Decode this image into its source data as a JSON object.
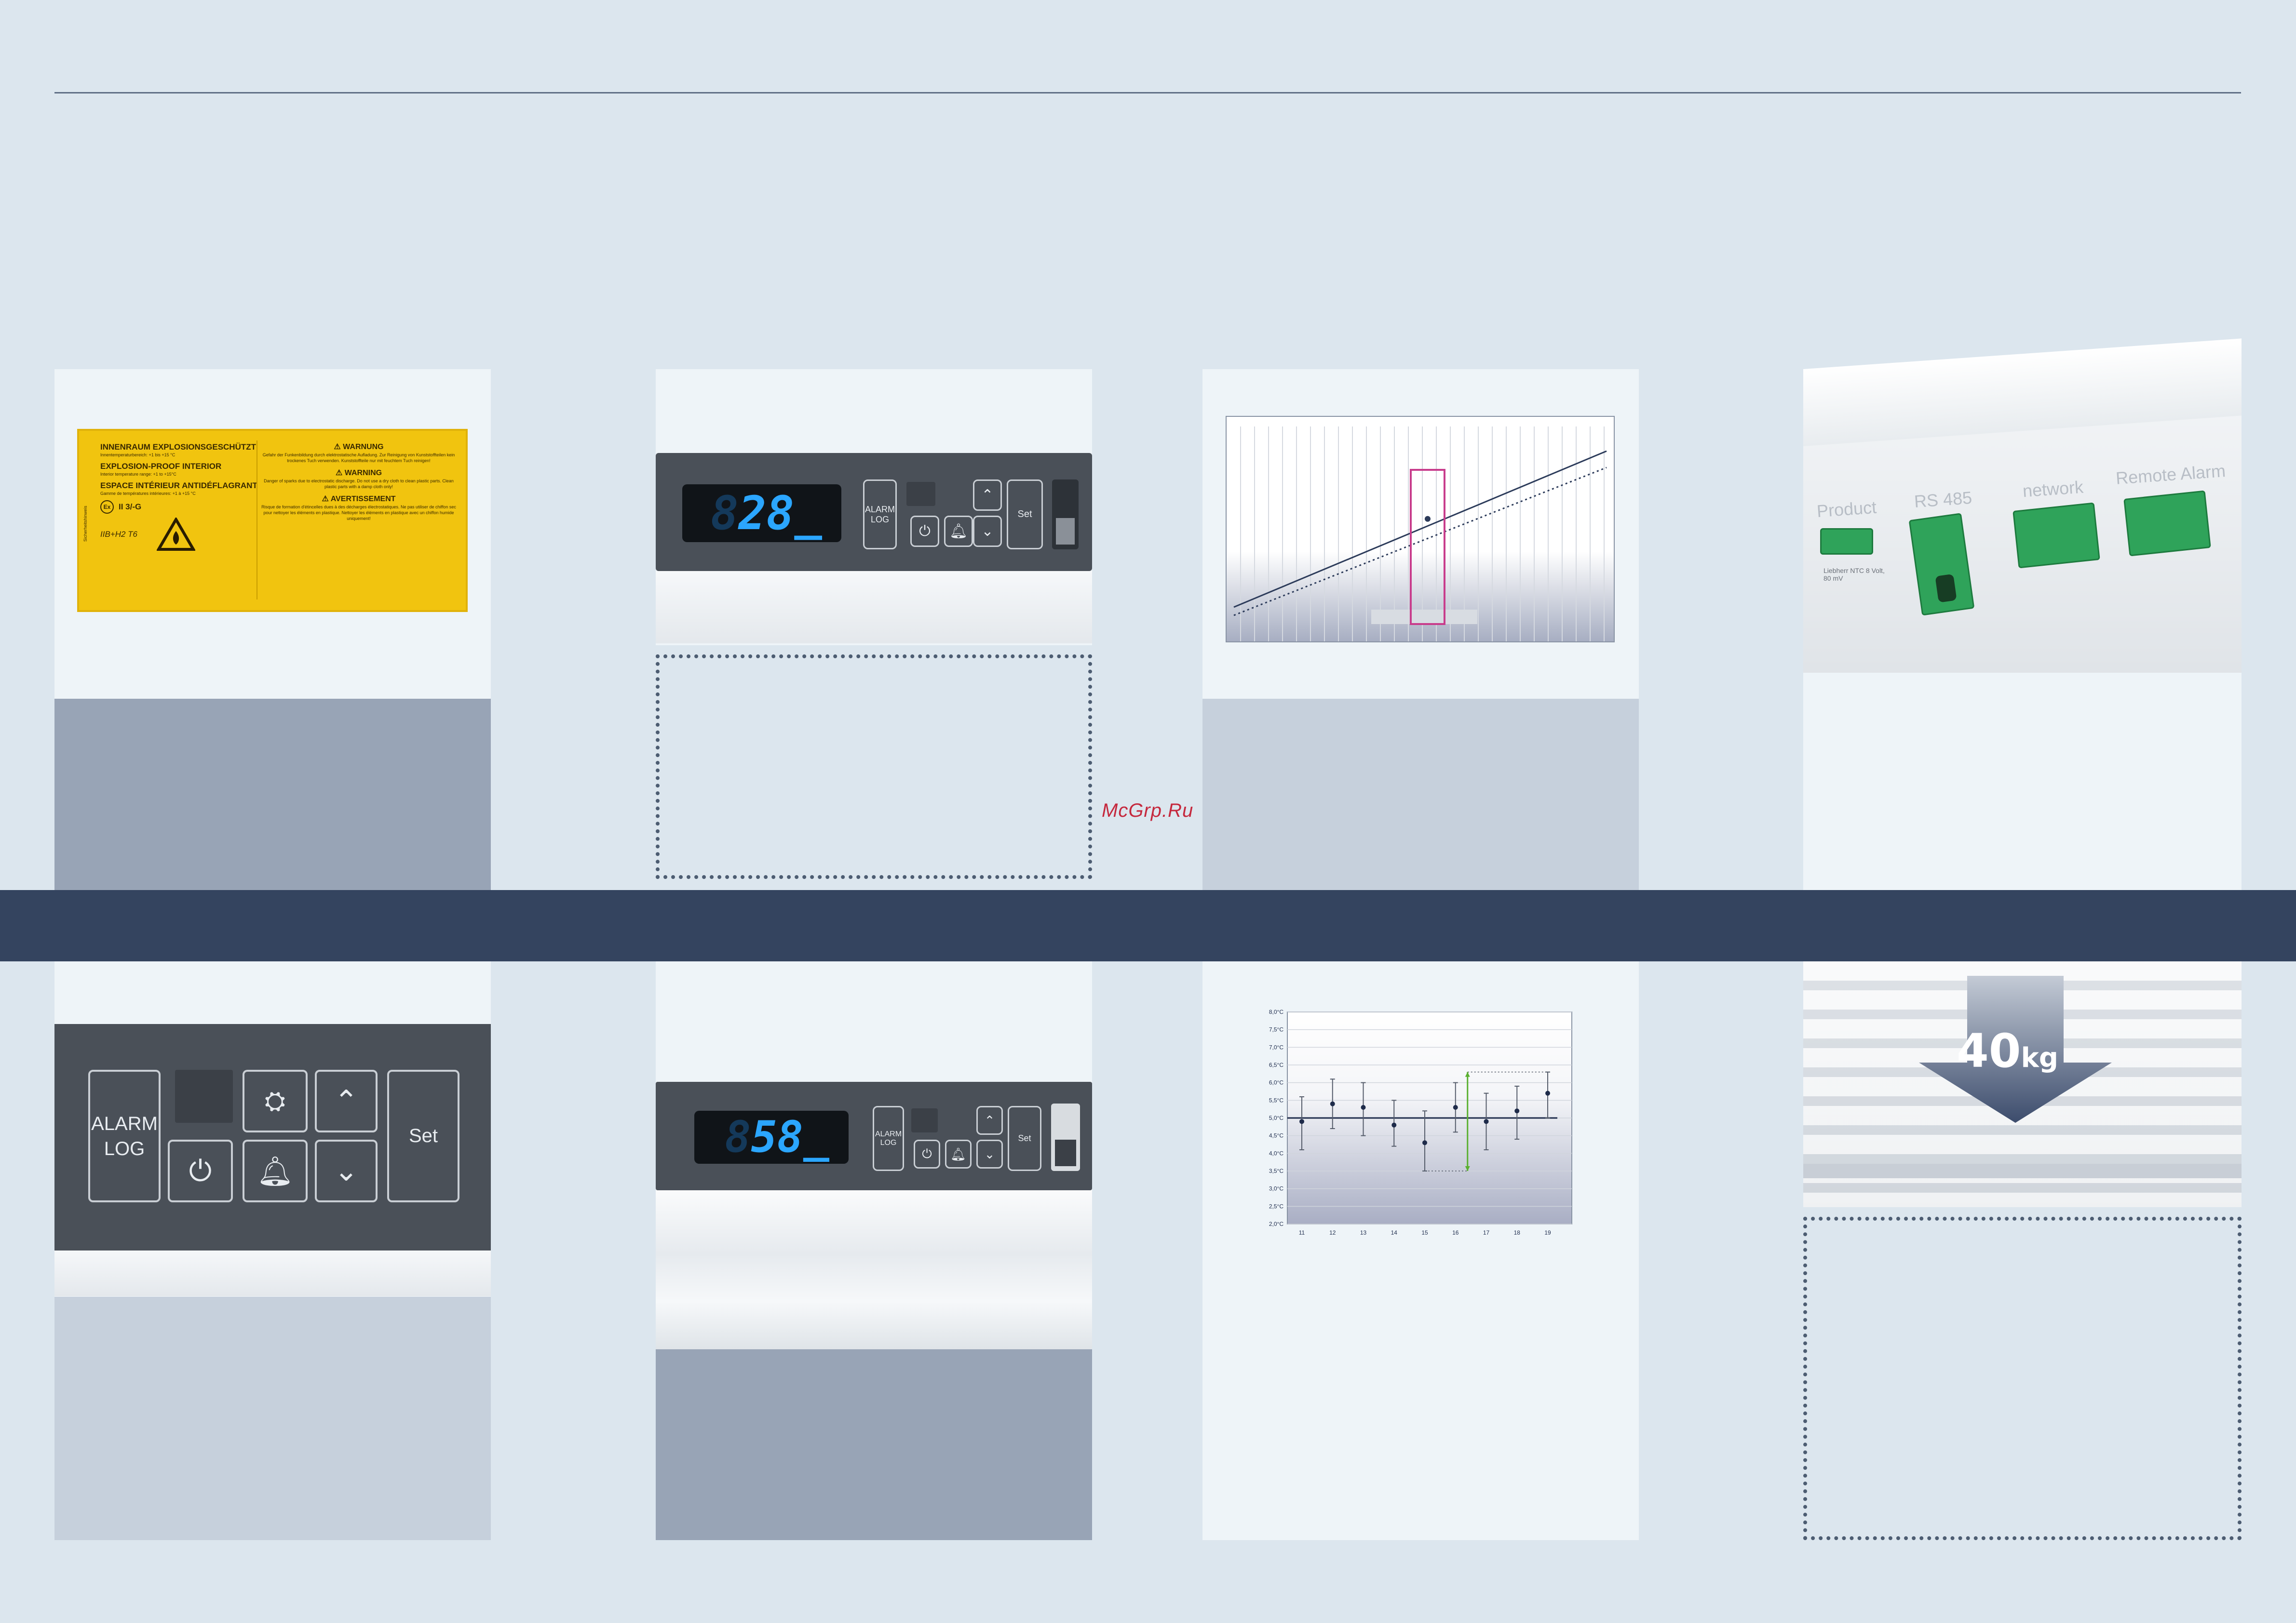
{
  "watermark": "McGrp.Ru",
  "warning_label": {
    "side_text": "Sicherheitshinweis",
    "left": [
      {
        "title": "INNENRAUM EXPLOSIONSGESCHÜTZT",
        "small": "Innentemperaturbereich: +1 bis +15 °C"
      },
      {
        "title": "EXPLOSION-PROOF INTERIOR",
        "small": "Interior temperature range: +1 to +15°C"
      },
      {
        "title": "ESPACE INTÉRIEUR ANTIDÉFLAGRANT",
        "small": "Gamme de températures intérieures: +1 à +15 °C"
      }
    ],
    "ex_marking": "II 3/-G",
    "ex_group": "IIB+H2 T6",
    "right": [
      {
        "title": "WARNUNG",
        "small": "Gefahr der Funkenbildung durch elektrostatische Aufladung. Zur Reinigung von Kunststoffteilen kein trockenes Tuch verwenden. Kunststoffteile nur mit feuchtem Tuch reinigen!"
      },
      {
        "title": "WARNING",
        "small": "Danger of sparks due to electrostatic discharge. Do not use a dry cloth to clean plastic parts. Clean plastic parts with a damp cloth only!"
      },
      {
        "title": "AVERTISSEMENT",
        "small": "Risque de formation d'étincelles dues à des décharges électrostatiques. Ne pas utiliser de chiffon sec pour nettoyer les éléments en plastique. Nettoyer les éléments en plastique avec un chiffon humide uniquement!"
      }
    ]
  },
  "panel1": {
    "display": "28",
    "prefix": "8",
    "alarm_log": "ALARM LOG",
    "set": "Set"
  },
  "panel2": {
    "alarm_log": "ALARM LOG",
    "set": "Set"
  },
  "panel3": {
    "display": "58",
    "prefix": "8",
    "alarm_log": "ALARM LOG",
    "set": "Set"
  },
  "connectors": {
    "labels": [
      "Product",
      "RS 485",
      "network",
      "Remote Alarm"
    ],
    "small_note": "Liebherr NTC 8 Volt, 80 mV"
  },
  "weight": {
    "value": "40",
    "unit": "kg"
  },
  "chart_data": [
    {
      "type": "line",
      "title": "",
      "series": [
        {
          "name": "",
          "style": "solid",
          "x": [
            0,
            1
          ],
          "y": [
            0.12,
            0.88
          ]
        },
        {
          "name": "",
          "style": "dotted",
          "x": [
            0,
            1
          ],
          "y": [
            0.08,
            0.8
          ]
        }
      ],
      "marker": {
        "x": 0.52,
        "y": 0.55
      },
      "grid": true,
      "colors": {
        "line": "#2c3b5a",
        "highlight": "#c83c8c"
      }
    },
    {
      "type": "scatter",
      "title": "",
      "xlabel": "",
      "ylabel": "",
      "categories": [
        "11",
        "12",
        "13",
        "14",
        "15",
        "16",
        "17",
        "18",
        "19"
      ],
      "y_ticks": [
        "2,0°C",
        "2,5°C",
        "3,0°C",
        "3,5°C",
        "4,0°C",
        "4,5°C",
        "5,0°C",
        "5,5°C",
        "6,0°C",
        "6,5°C",
        "7,0°C",
        "7,5°C",
        "8,0°C"
      ],
      "ylim": [
        2.0,
        8.0
      ],
      "reference": 5.0,
      "series": [
        {
          "name": "",
          "values": [
            4.9,
            5.4,
            5.3,
            4.8,
            4.3,
            5.3,
            4.9,
            5.2,
            5.7
          ],
          "err_low": [
            4.1,
            4.7,
            4.5,
            4.2,
            3.5,
            4.6,
            4.1,
            4.4,
            5.0
          ],
          "err_high": [
            5.6,
            6.1,
            6.0,
            5.5,
            5.2,
            6.0,
            5.7,
            5.9,
            6.3
          ]
        }
      ],
      "grid": true,
      "colors": {
        "points": "#1e2b4a",
        "accent": "#5ab030"
      }
    }
  ],
  "colors": {
    "band": "#34445f",
    "background": "#dce6ee",
    "card_light": "#eef4f8",
    "card_dark": "#98a4b6",
    "card_mid": "#c6d0dc"
  }
}
